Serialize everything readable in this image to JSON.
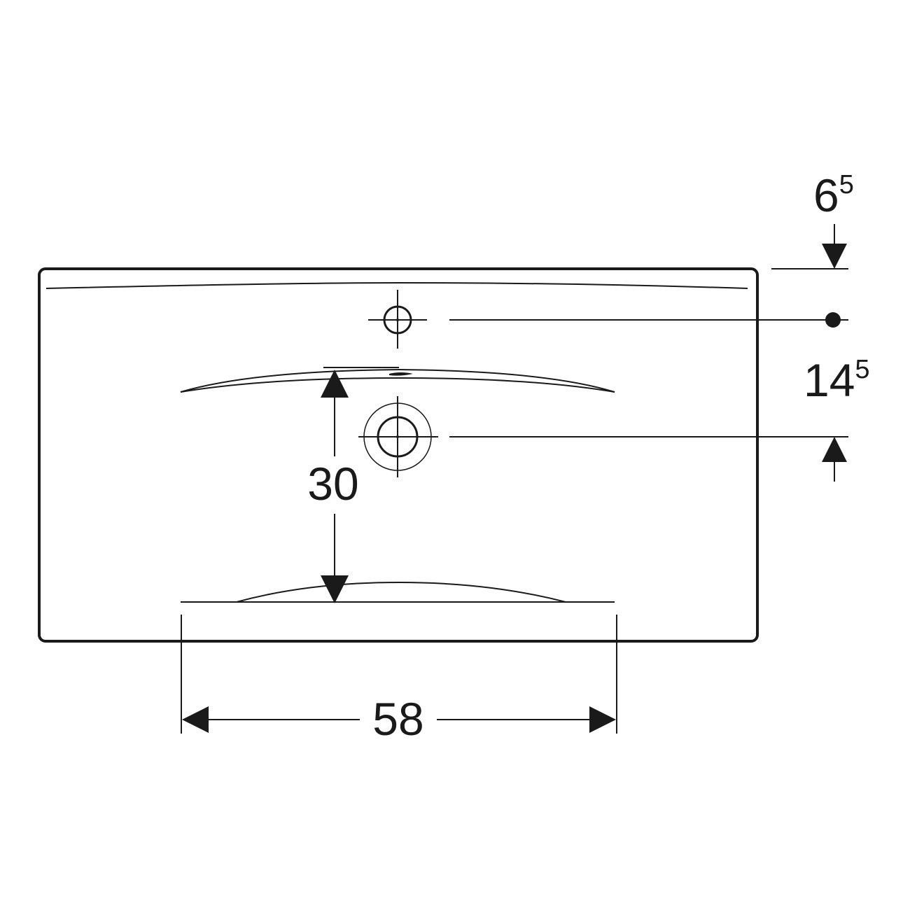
{
  "dimensions": {
    "width": {
      "value": "58"
    },
    "depth": {
      "value": "30"
    },
    "tap_hole_offset": {
      "main": "6",
      "sup": "5"
    },
    "tap_to_drain": {
      "main": "14",
      "sup": "5"
    }
  },
  "colors": {
    "line": "#1a1a1a",
    "background": "#ffffff"
  }
}
